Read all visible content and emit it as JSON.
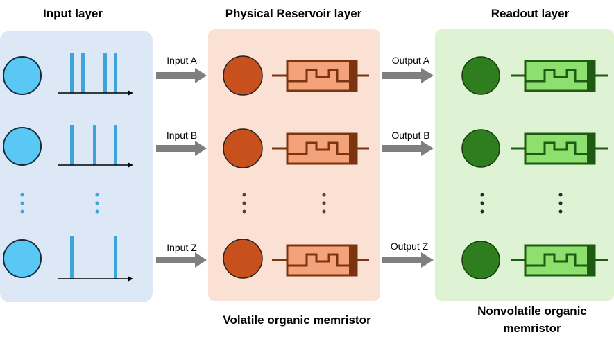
{
  "input_layer": {
    "title": "Input layer",
    "color": "#5ac8f5"
  },
  "reservoir_layer": {
    "title": "Physical Reservoir layer",
    "caption": "Volatile organic memristor",
    "color": "#c8501c"
  },
  "readout_layer": {
    "title": "Readout layer",
    "caption_line1": "Nonvolatile organic",
    "caption_line2": "memristor",
    "color": "#2e7d1e"
  },
  "rows": [
    {
      "input_label": "Input A",
      "output_label": "Output A"
    },
    {
      "input_label": "Input B",
      "output_label": "Output B"
    },
    {
      "input_label": "Input Z",
      "output_label": "Output Z"
    }
  ]
}
